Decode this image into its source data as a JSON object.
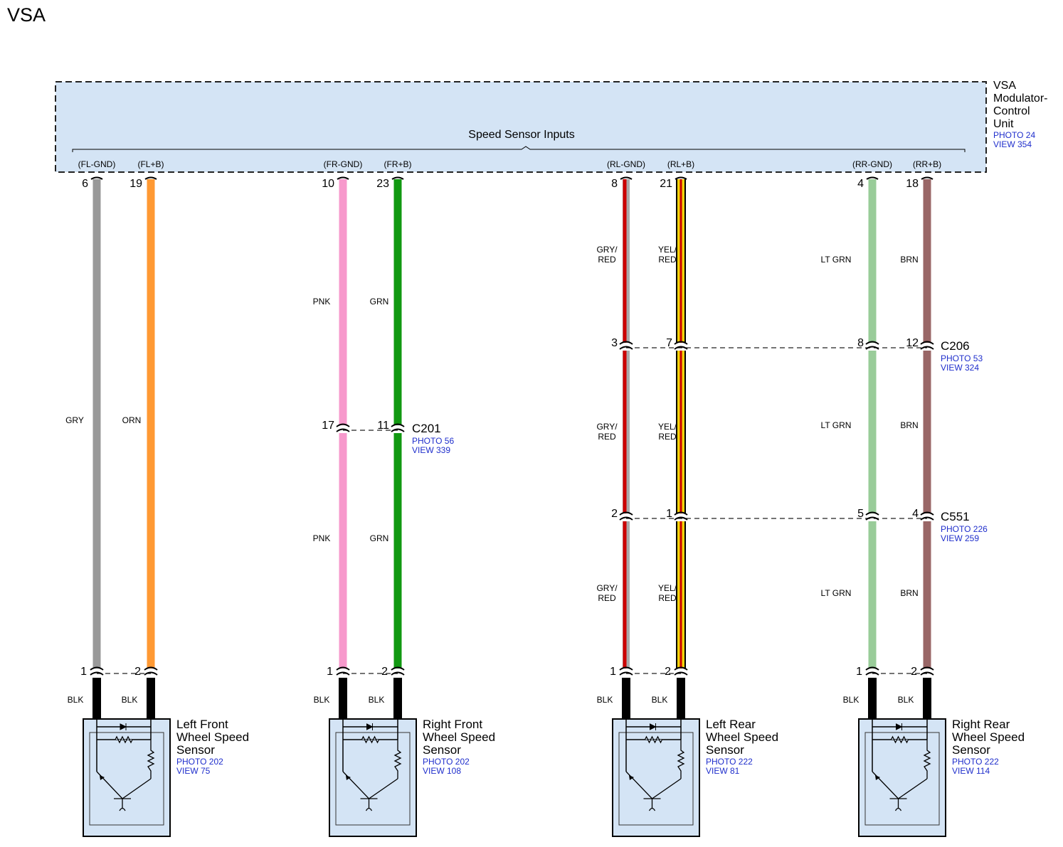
{
  "page_title": "VSA",
  "control_unit": {
    "name_lines": [
      "VSA",
      "Modulator-",
      "Control",
      "Unit"
    ],
    "photo": "PHOTO 24",
    "view": "VIEW 354",
    "bus_label": "Speed Sensor Inputs",
    "fill": "#d4e4f5"
  },
  "wires": [
    {
      "pin": "6",
      "signal": "(FL-GND)",
      "colors": [
        "GRY",
        "GRY",
        "GRY"
      ],
      "seg_pins": [],
      "sensor_pin": "1",
      "sensor_wire": "BLK",
      "stroke": "#999999",
      "stripe": ""
    },
    {
      "pin": "19",
      "signal": "(FL+B)",
      "colors": [
        "ORN",
        "ORN",
        "ORN"
      ],
      "seg_pins": [],
      "sensor_pin": "2",
      "sensor_wire": "BLK",
      "stroke": "#ff9933",
      "stripe": ""
    },
    {
      "pin": "10",
      "signal": "(FR-GND)",
      "colors": [
        "PNK",
        "PNK"
      ],
      "seg_pins": [
        "17"
      ],
      "sensor_pin": "1",
      "sensor_wire": "BLK",
      "stroke": "#f799cc",
      "stripe": ""
    },
    {
      "pin": "23",
      "signal": "(FR+B)",
      "colors": [
        "GRN",
        "GRN"
      ],
      "seg_pins": [
        "11"
      ],
      "sensor_pin": "2",
      "sensor_wire": "BLK",
      "stroke": "#119911",
      "stripe": ""
    },
    {
      "pin": "8",
      "signal": "(RL-GND)",
      "colors": [
        "GRY/ RED",
        "GRY/ RED",
        "GRY/ RED"
      ],
      "seg_pins": [
        "3",
        "2"
      ],
      "sensor_pin": "1",
      "sensor_wire": "BLK",
      "stroke": "#aaaaaa",
      "stripe": "#cc0000"
    },
    {
      "pin": "21",
      "signal": "(RL+B)",
      "colors": [
        "YEL/ RED",
        "YEL/ RED",
        "YEL/ RED"
      ],
      "seg_pins": [
        "7",
        "1"
      ],
      "sensor_pin": "2",
      "sensor_wire": "BLK",
      "stroke": "#f2d20a",
      "stripe": "#cc0000"
    },
    {
      "pin": "4",
      "signal": "(RR-GND)",
      "colors": [
        "LT GRN",
        "LT GRN",
        "LT GRN"
      ],
      "seg_pins": [
        "8",
        "5"
      ],
      "sensor_pin": "1",
      "sensor_wire": "BLK",
      "stroke": "#99cc99",
      "stripe": ""
    },
    {
      "pin": "18",
      "signal": "(RR+B)",
      "colors": [
        "BRN",
        "BRN",
        "BRN"
      ],
      "seg_pins": [
        "12",
        "4"
      ],
      "sensor_pin": "2",
      "sensor_wire": "BLK",
      "stroke": "#996666",
      "stripe": ""
    }
  ],
  "connectors": [
    {
      "id": "C201",
      "photo": "PHOTO 56",
      "view": "VIEW 339"
    },
    {
      "id": "C206",
      "photo": "PHOTO 53",
      "view": "VIEW 324"
    },
    {
      "id": "C551",
      "photo": "PHOTO 226",
      "view": "VIEW 259"
    }
  ],
  "sensors": [
    {
      "name_lines": [
        "Left Front",
        "Wheel Speed",
        "Sensor"
      ],
      "photo": "PHOTO 202",
      "view": "VIEW 75"
    },
    {
      "name_lines": [
        "Right Front",
        "Wheel Speed",
        "Sensor"
      ],
      "photo": "PHOTO 202",
      "view": "VIEW 108"
    },
    {
      "name_lines": [
        "Left Rear",
        "Wheel Speed",
        "Sensor"
      ],
      "photo": "PHOTO 222",
      "view": "VIEW 81"
    },
    {
      "name_lines": [
        "Right Rear",
        "Wheel Speed",
        "Sensor"
      ],
      "photo": "PHOTO 222",
      "view": "VIEW 114"
    }
  ]
}
